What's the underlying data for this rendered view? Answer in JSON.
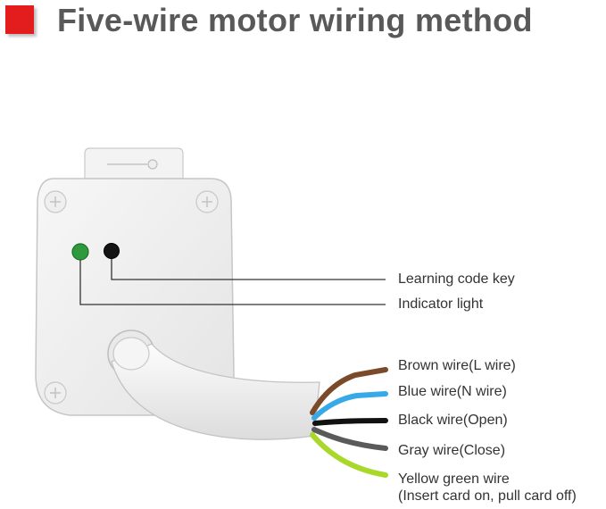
{
  "header": {
    "title": "Five-wire motor wiring method",
    "accent_color": "#e31d1d"
  },
  "controls": [
    {
      "label": "Learning code key",
      "color": "#1a1a1a"
    },
    {
      "label": "Indicator light",
      "color": "#2e9a3c"
    }
  ],
  "wires": [
    {
      "label": "Brown wire(L wire)",
      "color": "#7b4a2a"
    },
    {
      "label": "Blue wire(N wire)",
      "color": "#37a8e8"
    },
    {
      "label": "Black wire(Open)",
      "color": "#111111"
    },
    {
      "label": "Gray wire(Close)",
      "color": "#5a5a5a"
    },
    {
      "label": "Yellow green wire",
      "note": "(Insert card on, pull card off)",
      "color": "#a9d82a"
    }
  ]
}
